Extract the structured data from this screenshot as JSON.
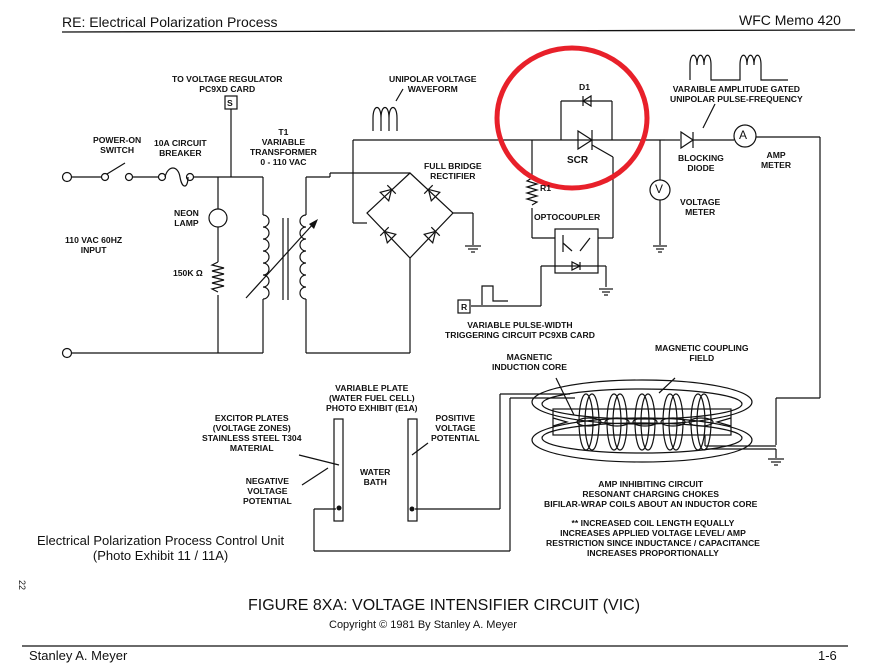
{
  "header": {
    "left_title": "RE: Electrical Polarization Process",
    "right_title": "WFC Memo 420"
  },
  "labels": {
    "voltage_regulator": [
      "TO VOLTAGE REGULATOR",
      "PC9XD CARD"
    ],
    "s_box": "S",
    "r_box": "R",
    "unipolar_waveform": [
      "UNIPOLAR VOLTAGE",
      "WAVEFORM"
    ],
    "d1": "D1",
    "scr": "SCR",
    "r1": "R1",
    "gated_pulse": [
      "VARAIBLE AMPLITUDE GATED",
      "UNIPOLAR PULSE-FREQUENCY"
    ],
    "power_switch": [
      "POWER-ON",
      "SWITCH"
    ],
    "breaker": [
      "10A CIRCUIT",
      "BREAKER"
    ],
    "transformer": [
      "T1",
      "VARIABLE",
      "TRANSFORMER",
      "0 - 110 VAC"
    ],
    "full_bridge": [
      "FULL BRIDGE",
      "RECTIFIER"
    ],
    "blocking_diode": [
      "BLOCKING",
      "DIODE"
    ],
    "amp_meter": [
      "AMP",
      "METER"
    ],
    "amp_symbol": "A",
    "volt_symbol": "V",
    "voltage_meter": [
      "VOLTAGE",
      "METER"
    ],
    "optocoupler": "OPTOCOUPLER",
    "neon_lamp": [
      "NEON",
      "LAMP"
    ],
    "input": [
      "110 VAC 60HZ",
      "INPUT"
    ],
    "resistor": "150K Ω",
    "pulse_width": [
      "VARIABLE PULSE-WIDTH",
      "TRIGGERING CIRCUIT PC9XB CARD"
    ],
    "magnetic_coupling": [
      "MAGNETIC COUPLING",
      "FIELD"
    ],
    "induction_core": [
      "MAGNETIC",
      "INDUCTION CORE"
    ],
    "variable_plate": [
      "VARIABLE PLATE",
      "(WATER FUEL CELL)",
      "PHOTO EXHIBIT (E1A)"
    ],
    "excitor_plates": [
      "EXCITOR PLATES",
      "(VOLTAGE ZONES)",
      "STAINLESS STEEL T304",
      "MATERIAL"
    ],
    "positive_potential": [
      "POSITIVE",
      "VOLTAGE",
      "POTENTIAL"
    ],
    "negative_potential": [
      "NEGATIVE",
      "VOLTAGE",
      "POTENTIAL"
    ],
    "water_bath": [
      "WATER",
      "BATH"
    ],
    "amp_inhibiting": [
      "AMP INHIBITING CIRCUIT",
      "RESONANT CHARGING CHOKES",
      "BIFILAR-WRAP COILS ABOUT AN INDUCTOR CORE"
    ],
    "note": [
      "** INCREASED COIL LENGTH EQUALLY",
      "INCREASES APPLIED VOLTAGE LEVEL/ AMP",
      "RESTRICTION SINCE INDUCTANCE / CAPACITANCE",
      "INCREASES PROPORTIONALLY"
    ]
  },
  "caption": {
    "unit": [
      "Electrical Polarization Process Control Unit",
      "(Photo Exhibit 11  / 11A)"
    ],
    "side_number": "22",
    "figure_title": "FIGURE 8XA:  VOLTAGE INTENSIFIER CIRCUIT (VIC)",
    "copyright": "Copyright © 1981 By Stanley A. Meyer"
  },
  "footer": {
    "author": "Stanley A. Meyer",
    "page": "1-6"
  },
  "colors": {
    "annotation_circle": "#e8202a",
    "ink": "#111111"
  }
}
